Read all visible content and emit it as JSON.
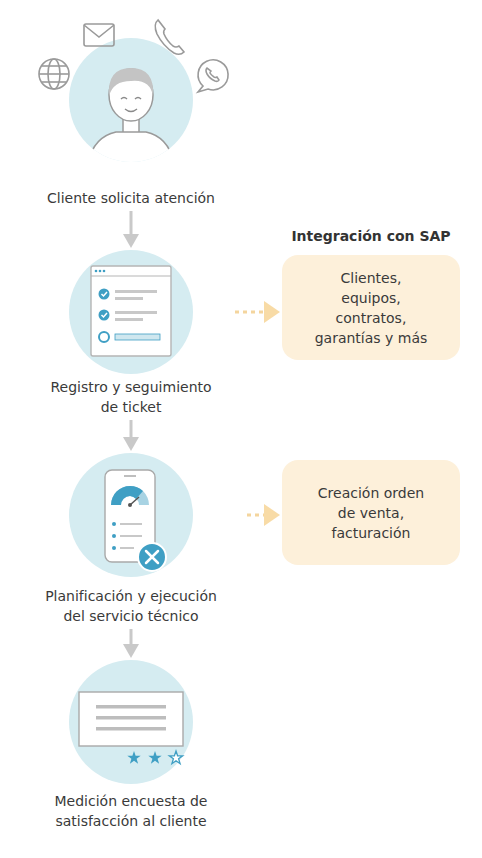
{
  "diagram": {
    "nodes": [
      {
        "text": [
          "Cliente solicita atención"
        ]
      },
      {
        "text": [
          "Registro y seguimiento de ticket"
        ]
      },
      {
        "text": [
          "Clientes, equipos, contratos, garantías y más"
        ]
      },
      {
        "text": [
          "Planificación y ejecución del servicio técnico"
        ]
      },
      {
        "text": [
          "Creación orden de venta, facturación"
        ]
      },
      {
        "text": [
          "Medición encuesta de satisfacción al cliente"
        ]
      }
    ],
    "edges": [
      {
        "from": 0,
        "to": 1,
        "arrow": "to"
      },
      {
        "from": 1,
        "to": 2,
        "arrow": "to"
      },
      {
        "from": 1,
        "to": 3,
        "arrow": "to"
      },
      {
        "from": 3,
        "to": 4,
        "arrow": "to"
      },
      {
        "from": 3,
        "to": 5,
        "arrow": "to"
      }
    ],
    "labels": [
      "Integración con SAP"
    ]
  }
}
